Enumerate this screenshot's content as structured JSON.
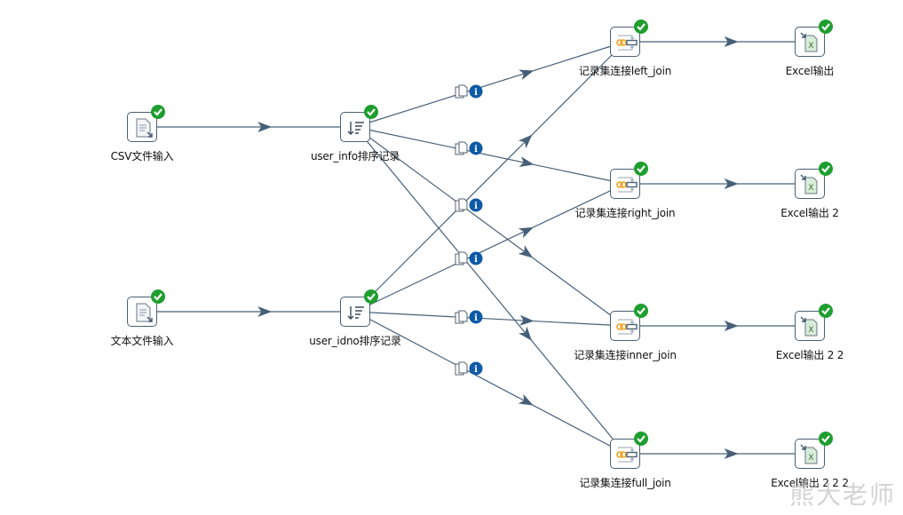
{
  "colors": {
    "hop_line": "#46607a",
    "node_border": "#4a6074",
    "success_badge": "#1e9e2e",
    "info_badge": "#0e5aa6",
    "join_icon": "#f0a020",
    "excel_fill": "#d9ecd9"
  },
  "steps": [
    {
      "id": "csv",
      "label": "CSV文件输入",
      "icon": "file-input-icon",
      "status": "success-check-icon"
    },
    {
      "id": "txt",
      "label": "文本文件输入",
      "icon": "file-input-icon",
      "status": "success-check-icon"
    },
    {
      "id": "sort1",
      "label": "user_info排序记录",
      "icon": "sort-rows-icon",
      "status": "success-check-icon"
    },
    {
      "id": "sort2",
      "label": "user_idno排序记录",
      "icon": "sort-rows-icon",
      "status": "success-check-icon"
    },
    {
      "id": "j1",
      "label": "记录集连接left_join",
      "icon": "merge-join-icon",
      "status": "success-check-icon"
    },
    {
      "id": "j2",
      "label": "记录集连接right_join",
      "icon": "merge-join-icon",
      "status": "success-check-icon"
    },
    {
      "id": "j3",
      "label": "记录集连接inner_join",
      "icon": "merge-join-icon",
      "status": "success-check-icon"
    },
    {
      "id": "j4",
      "label": "记录集连接full_join",
      "icon": "merge-join-icon",
      "status": "success-check-icon"
    },
    {
      "id": "x1",
      "label": "Excel输出",
      "icon": "excel-output-icon",
      "status": "success-check-icon"
    },
    {
      "id": "x2",
      "label": "Excel输出 2",
      "icon": "excel-output-icon",
      "status": "success-check-icon"
    },
    {
      "id": "x3",
      "label": "Excel输出 2 2",
      "icon": "excel-output-icon",
      "status": "success-check-icon"
    },
    {
      "id": "x4",
      "label": "Excel输出 2 2 2",
      "icon": "excel-output-icon",
      "status": "success-check-icon"
    }
  ],
  "hops": [
    {
      "from": "csv",
      "to": "sort1",
      "copy_info": false
    },
    {
      "from": "txt",
      "to": "sort2",
      "copy_info": false
    },
    {
      "from": "sort1",
      "to": "j1",
      "copy_info": true
    },
    {
      "from": "sort1",
      "to": "j2",
      "copy_info": true
    },
    {
      "from": "sort1",
      "to": "j3",
      "copy_info": true
    },
    {
      "from": "sort1",
      "to": "j4",
      "copy_info": true
    },
    {
      "from": "sort2",
      "to": "j1",
      "copy_info": true
    },
    {
      "from": "sort2",
      "to": "j2",
      "copy_info": true
    },
    {
      "from": "sort2",
      "to": "j3",
      "copy_info": true
    },
    {
      "from": "sort2",
      "to": "j4",
      "copy_info": true
    },
    {
      "from": "j1",
      "to": "x1",
      "copy_info": false
    },
    {
      "from": "j2",
      "to": "x2",
      "copy_info": false
    },
    {
      "from": "j3",
      "to": "x3",
      "copy_info": false
    },
    {
      "from": "j4",
      "to": "x4",
      "copy_info": false
    }
  ],
  "watermark": "熊大老师"
}
